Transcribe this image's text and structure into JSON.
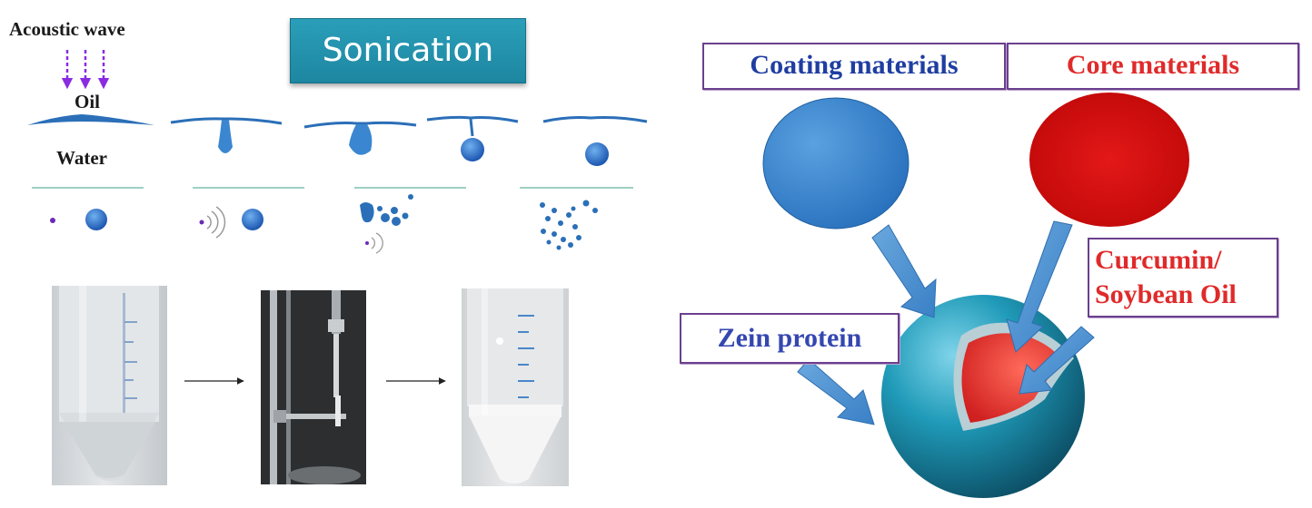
{
  "left_panel": {
    "banner": "Sonication",
    "acoustic_label": "Acoustic wave",
    "oil_label": "Oil",
    "water_label": "Water"
  },
  "right_panel": {
    "coating_label": "Coating materials",
    "core_label": "Core materials",
    "zein_label": "Zein protein",
    "curcumin_line1": "Curcumin/",
    "curcumin_line2": "Soybean Oil"
  },
  "colors": {
    "banner": "#1e86a1",
    "coating_blue": "#2f7dc4",
    "core_red": "#d91010",
    "arrow_blue": "#4a8fd0",
    "label_blue": "#1f3ea1",
    "label_red": "#e02a2a",
    "box_border": "#6b3f8e",
    "wave_blue": "#2b6fb8",
    "acoustic_purple": "#8a2be2"
  }
}
